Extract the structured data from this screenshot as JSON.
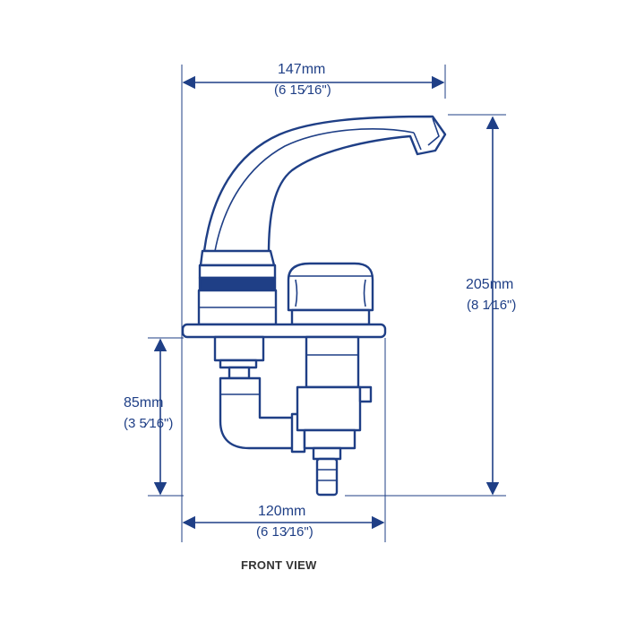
{
  "colors": {
    "line": "#1f3f86",
    "title": "#333333",
    "background": "#ffffff"
  },
  "dimensions": {
    "top_width": {
      "label": "147mm",
      "imperial": "(6 15⁄16\")"
    },
    "height": {
      "label": "205mm",
      "imperial": "(8 1⁄16\")"
    },
    "lower_height": {
      "label": "85mm",
      "imperial": "(3 5⁄16\")"
    },
    "base_width": {
      "label": "120mm",
      "imperial": "(6 13⁄16\")"
    }
  },
  "view_title": "FRONT VIEW"
}
